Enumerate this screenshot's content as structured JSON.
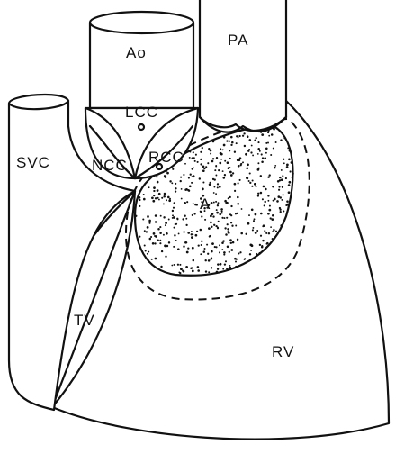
{
  "labels": {
    "ao": "Ao",
    "pa": "PA",
    "lcc": "LCC",
    "ncc": "NCC",
    "rcc": "RCC",
    "svc": "SVC",
    "a": "A",
    "tv": "TV",
    "rv": "RV"
  },
  "colors": {
    "stroke": "#111111",
    "background": "#ffffff",
    "stipple": "#111111"
  }
}
